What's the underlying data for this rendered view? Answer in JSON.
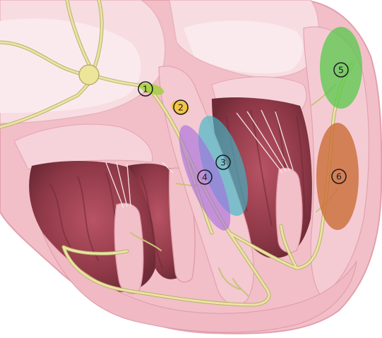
{
  "markers": [
    {
      "id": "marker-1",
      "label": "1",
      "color": "#9bd22e"
    },
    {
      "id": "marker-2",
      "label": "2",
      "color": "#f3c215"
    },
    {
      "id": "marker-3",
      "label": "3",
      "color": "#3fb8c8"
    },
    {
      "id": "marker-4",
      "label": "4",
      "color": "#a56be0"
    },
    {
      "id": "marker-5",
      "label": "5",
      "color": "#55c94b"
    },
    {
      "id": "marker-6",
      "label": "6",
      "color": "#c96a35"
    }
  ],
  "colors": {
    "myocardium": "#f3c3cb",
    "myocardium_edge": "#e29aa7",
    "chamber_wall": "#f8dfe3",
    "trabeculae": "#9c4150",
    "trabeculae_dark": "#7a2f3d",
    "conduction": "#e8e2a2",
    "conduction_edge": "#b9b26a",
    "node": "#ece59a"
  }
}
